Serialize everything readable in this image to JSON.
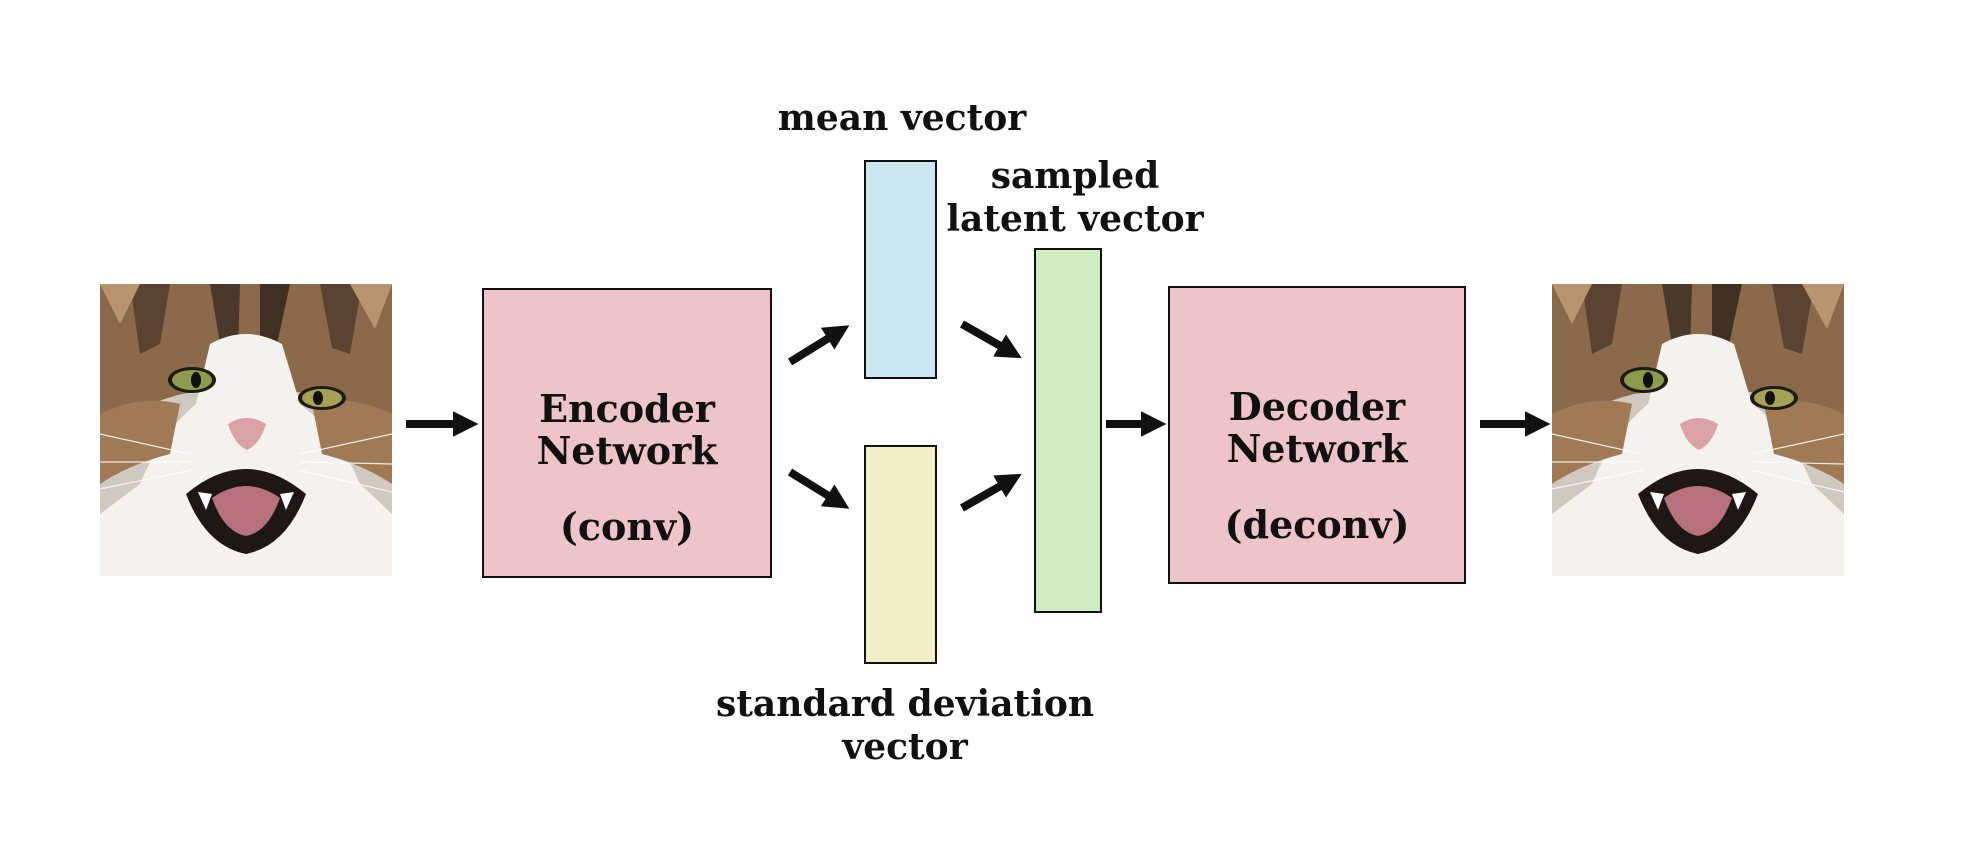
{
  "colors": {
    "network_fill": "#ecc4ca",
    "mean_fill": "#cbe8f1",
    "stddev_fill": "#f3efc6",
    "latent_fill": "#cfefc2",
    "stroke": "#111111"
  },
  "input_image": {
    "icon": "cat-face-photo"
  },
  "output_image": {
    "icon": "cat-face-photo"
  },
  "encoder": {
    "title_line1": "Encoder",
    "title_line2": "Network",
    "subtitle": "(conv)"
  },
  "mean_vector": {
    "label": "mean vector"
  },
  "stddev_vector": {
    "label_line1": "standard deviation",
    "label_line2": "vector"
  },
  "latent_vector": {
    "label_line1": "sampled",
    "label_line2": "latent vector"
  },
  "decoder": {
    "title_line1": "Decoder",
    "title_line2": "Network",
    "subtitle": "(deconv)"
  }
}
